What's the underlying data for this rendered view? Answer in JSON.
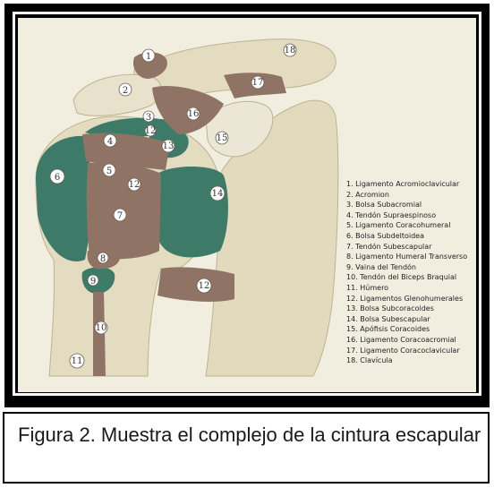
{
  "legend": [
    "1. Ligamento Acromioclavicular",
    "2. Acromion",
    "3. Bolsa Subacromial",
    "4. Tendón Supraespinoso",
    "5. Ligamento Coracohumeral",
    "6. Bolsa Subdeltoidea",
    "7. Tendón Subescapular",
    "8. Ligamento Humeral Transverso",
    "9. Vaina del Tendón",
    "10. Tendón del Biceps Braquial",
    "11. Húmero",
    "12. Ligamentos Glenohumerales",
    "13. Bolsa Subcoracoides",
    "14. Bolsa Subescapular",
    "15. Apófisis Coracoides",
    "16. Ligamento Coracoacromial",
    "17. Ligamento Coracoclavicular",
    "18. Clavícula"
  ],
  "markers": [
    "1",
    "2",
    "3",
    "4",
    "5",
    "6",
    "7",
    "8",
    "9",
    "10",
    "11",
    "12",
    "12",
    "12",
    "13",
    "14",
    "15",
    "16",
    "17",
    "18"
  ],
  "caption": "Figura 2. Muestra el complejo de la cintura escapular",
  "colors": {
    "bone": "#e4dcc0",
    "ligament": "#8f7465",
    "bursa": "#3d7a68",
    "background": "#f1eee0"
  }
}
